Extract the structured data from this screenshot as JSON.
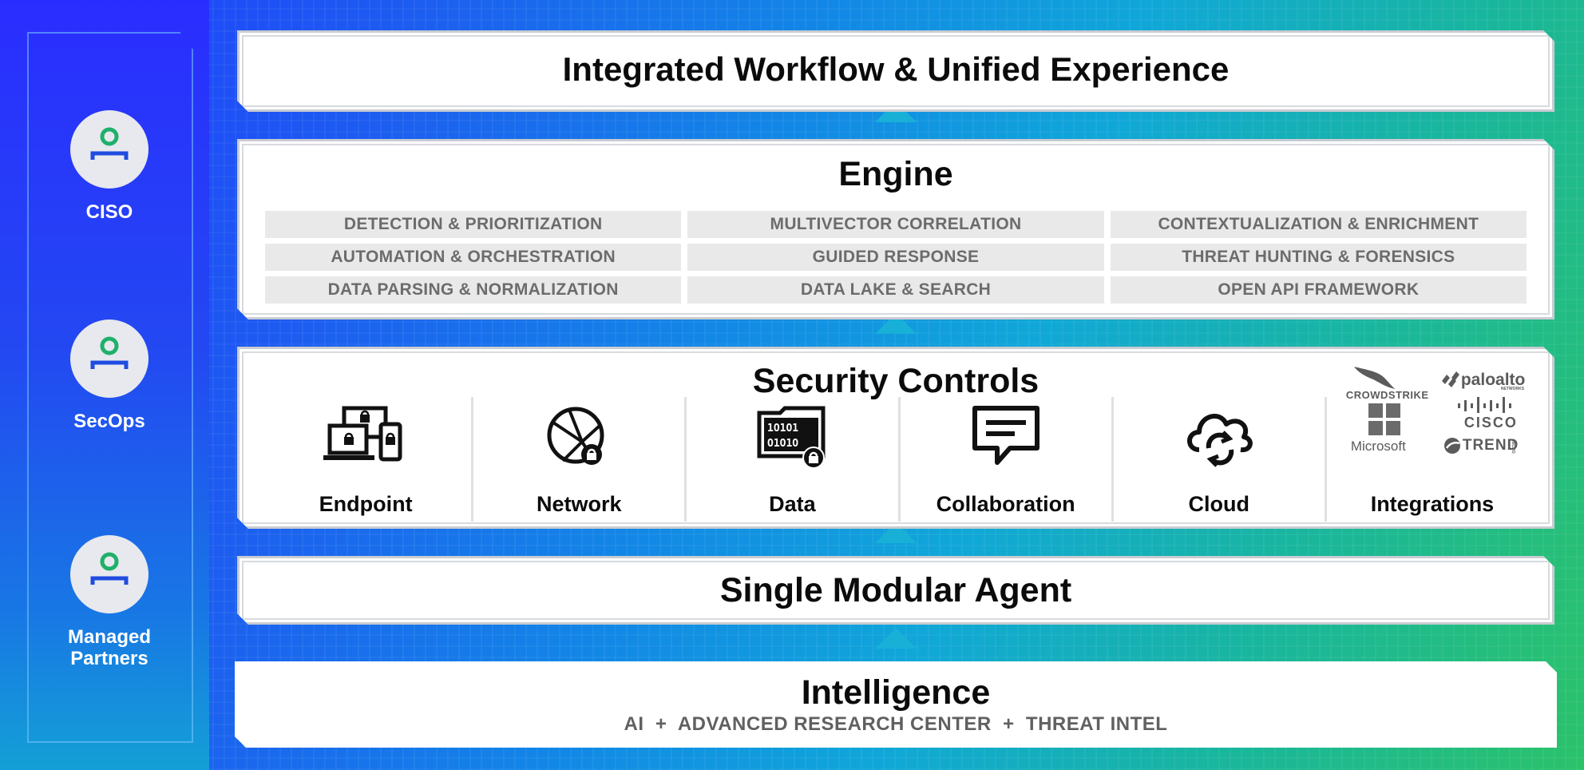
{
  "personas": [
    {
      "label": "CISO"
    },
    {
      "label": "SecOps"
    },
    {
      "label": "Managed Partners"
    }
  ],
  "layers": {
    "workflow": {
      "title": "Integrated Workflow & Unified Experience"
    },
    "engine": {
      "title": "Engine",
      "capabilities": [
        "DETECTION & PRIORITIZATION",
        "MULTIVECTOR CORRELATION",
        "CONTEXTUALIZATION & ENRICHMENT",
        "AUTOMATION & ORCHESTRATION",
        "GUIDED RESPONSE",
        "THREAT HUNTING & FORENSICS",
        "DATA PARSING & NORMALIZATION",
        "DATA LAKE & SEARCH",
        "OPEN API FRAMEWORK"
      ]
    },
    "security_controls": {
      "title": "Security Controls",
      "controls": [
        {
          "name": "Endpoint",
          "icon": "endpoint-devices-icon"
        },
        {
          "name": "Network",
          "icon": "network-globe-icon"
        },
        {
          "name": "Data",
          "icon": "data-folder-icon"
        },
        {
          "name": "Collaboration",
          "icon": "chat-bubble-icon"
        },
        {
          "name": "Cloud",
          "icon": "cloud-sync-icon"
        },
        {
          "name": "Integrations",
          "icon": "partner-logos"
        }
      ],
      "integration_logos": {
        "crowdstrike": "CROWDSTRIKE",
        "paloalto": "paloalto",
        "paloalto_sub": "NETWORKS",
        "microsoft": "Microsoft",
        "cisco": "CISCO",
        "trend": "TREND",
        "trend_sub": "MICRO"
      }
    },
    "agent": {
      "title": "Single Modular Agent"
    },
    "intelligence": {
      "title": "Intelligence",
      "subtitle": "AI  +  ADVANCED RESEARCH CENTER  +  THREAT INTEL"
    }
  },
  "colors": {
    "accent_green": "#1fb06a",
    "accent_blue": "#1f4ce0",
    "connector": "#19b0d8"
  }
}
